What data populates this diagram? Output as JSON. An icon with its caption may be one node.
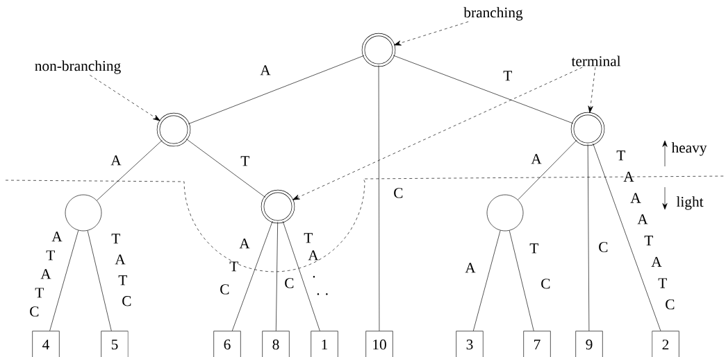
{
  "diagram": {
    "nodes": [
      {
        "text": [
          "branching"
        ]
      },
      {
        "text": [],
        "shape": "circle"
      },
      {
        "text": [
          "non-branching"
        ]
      },
      {
        "text": [
          "terminal"
        ]
      },
      {
        "text": [],
        "shape": "circle"
      },
      {
        "text": [],
        "shape": "circle"
      },
      {
        "text": [],
        "shape": "circle"
      },
      {
        "text": [],
        "shape": "circle"
      },
      {
        "text": [],
        "shape": "circle"
      },
      {
        "text": [
          "4"
        ]
      },
      {
        "text": [
          "5"
        ]
      },
      {
        "text": [
          "6"
        ]
      },
      {
        "text": [
          "8"
        ]
      },
      {
        "text": [
          "1"
        ]
      },
      {
        "text": [
          "10"
        ]
      },
      {
        "text": [
          "3"
        ]
      },
      {
        "text": [
          "7"
        ]
      },
      {
        "text": [
          "9"
        ]
      },
      {
        "text": [
          "2"
        ]
      }
    ],
    "edges": [
      {
        "from": 1,
        "to": 4,
        "arrow": "none",
        "label": "A"
      },
      {
        "from": 1,
        "to": 14,
        "arrow": "none",
        "label": "C"
      },
      {
        "from": 1,
        "to": 5,
        "arrow": "none",
        "label": "T"
      },
      {
        "from": 4,
        "to": 6,
        "arrow": "none",
        "label": "A"
      },
      {
        "from": 4,
        "to": 7,
        "arrow": "none",
        "label": "T"
      },
      {
        "from": 6,
        "to": 9,
        "arrow": "none",
        "label": "A T A T C"
      },
      {
        "from": 6,
        "to": 10,
        "arrow": "none",
        "label": "T A T C"
      },
      {
        "from": 7,
        "to": 11,
        "arrow": "none",
        "label": "A T C"
      },
      {
        "from": 7,
        "to": 12,
        "arrow": "none",
        "label": "C"
      },
      {
        "from": 7,
        "to": 13,
        "arrow": "none",
        "label": "T A . . ."
      },
      {
        "from": 5,
        "to": 8,
        "arrow": "none",
        "label": "A"
      },
      {
        "from": 5,
        "to": 17,
        "arrow": "none",
        "label": "C"
      },
      {
        "from": 5,
        "to": 18,
        "arrow": "none",
        "label": "T A A A T A T C"
      },
      {
        "from": 8,
        "to": 15,
        "arrow": "none",
        "label": "A"
      },
      {
        "from": 8,
        "to": 16,
        "arrow": "none",
        "label": "T C"
      },
      {
        "from": 0,
        "to": 1,
        "arrow": "to",
        "style": "dashed"
      },
      {
        "from": 2,
        "to": 4,
        "arrow": "to",
        "style": "dashed"
      },
      {
        "from": 3,
        "to": 5,
        "arrow": "to",
        "style": "dashed"
      },
      {
        "from": 3,
        "to": 7,
        "arrow": "to",
        "style": "dashed"
      }
    ],
    "labels": [
      "heavy",
      "light"
    ]
  }
}
